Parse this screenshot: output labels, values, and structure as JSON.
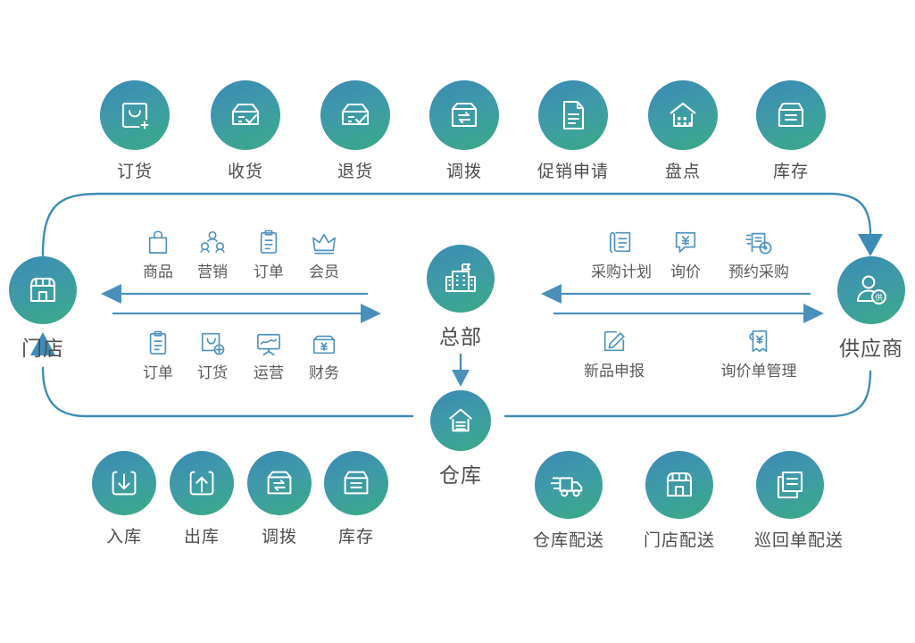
{
  "theme": {
    "circle_gradient_from": "#3b8ab4",
    "circle_gradient_to": "#3aaa86",
    "line_icon_color": "#4f93bd",
    "connector_color": "#3d8cb5",
    "label_color": "#4d4d4d",
    "background": "#ffffff"
  },
  "diagram": {
    "type": "flow-diagram",
    "top_row": [
      {
        "label": "订货",
        "icon": "order-plus-box-icon"
      },
      {
        "label": "收货",
        "icon": "receive-box-check-icon"
      },
      {
        "label": "退货",
        "icon": "return-box-check-icon"
      },
      {
        "label": "调拨",
        "icon": "transfer-box-arrows-icon"
      },
      {
        "label": "促销申请",
        "icon": "promotion-document-icon"
      },
      {
        "label": "盘点",
        "icon": "stocktake-warehouse-icon"
      },
      {
        "label": "库存",
        "icon": "inventory-box-icon"
      }
    ],
    "nodes": {
      "store": {
        "label": "门店",
        "icon": "storefront-icon"
      },
      "hq": {
        "label": "总部",
        "icon": "headquarters-building-icon"
      },
      "warehouse": {
        "label": "仓库",
        "icon": "warehouse-icon"
      },
      "supplier": {
        "label": "供应商",
        "icon": "supplier-person-icon",
        "badge": "供"
      }
    },
    "center_left_top": [
      {
        "label": "商品",
        "icon": "shopping-bag-icon"
      },
      {
        "label": "营销",
        "icon": "marketing-people-icon"
      },
      {
        "label": "订单",
        "icon": "clipboard-order-icon"
      },
      {
        "label": "会员",
        "icon": "crown-member-icon"
      }
    ],
    "center_left_bottom": [
      {
        "label": "订单",
        "icon": "clipboard-order-icon"
      },
      {
        "label": "订货",
        "icon": "order-plus-icon"
      },
      {
        "label": "运营",
        "icon": "operations-chart-icon"
      },
      {
        "label": "财务",
        "icon": "finance-yen-box-icon"
      }
    ],
    "center_right_top": [
      {
        "label": "采购计划",
        "icon": "purchase-plan-scroll-icon"
      },
      {
        "label": "询价",
        "icon": "inquiry-yen-bubble-icon"
      },
      {
        "label": "预约采购",
        "icon": "scheduled-purchase-truck-icon"
      }
    ],
    "center_right_bottom": [
      {
        "label": "新品申报",
        "icon": "new-product-pencil-icon"
      },
      {
        "label": "询价单管理",
        "icon": "inquiry-sheet-yen-icon"
      }
    ],
    "bottom_left_row": [
      {
        "label": "入库",
        "icon": "inbound-arrow-down-icon"
      },
      {
        "label": "出库",
        "icon": "outbound-arrow-up-icon"
      },
      {
        "label": "调拨",
        "icon": "transfer-box-arrows-icon"
      },
      {
        "label": "库存",
        "icon": "inventory-box-icon"
      }
    ],
    "bottom_right_row": [
      {
        "label": "仓库配送",
        "icon": "warehouse-delivery-truck-icon"
      },
      {
        "label": "门店配送",
        "icon": "store-delivery-icon"
      },
      {
        "label": "巡回单配送",
        "icon": "route-delivery-docs-icon"
      }
    ],
    "flows": [
      {
        "name": "store-to-hq-outer",
        "from": "门店",
        "to": "总部",
        "direction": "left"
      },
      {
        "name": "hq-to-store-outer",
        "from": "总部",
        "to": "门店",
        "direction": "right"
      },
      {
        "name": "supplier-to-hq",
        "from": "供应商",
        "to": "总部",
        "direction": "left"
      },
      {
        "name": "hq-to-supplier",
        "from": "总部",
        "to": "供应商",
        "direction": "right"
      },
      {
        "name": "hq-to-warehouse",
        "from": "总部",
        "to": "仓库",
        "direction": "down"
      },
      {
        "name": "store-loop-to-supplier",
        "from": "门店",
        "to": "供应商",
        "direction": "clockwise-top"
      },
      {
        "name": "warehouse-loop-to-store",
        "from": "仓库",
        "to": "门店",
        "direction": "counter-clockwise-bottom"
      }
    ]
  }
}
